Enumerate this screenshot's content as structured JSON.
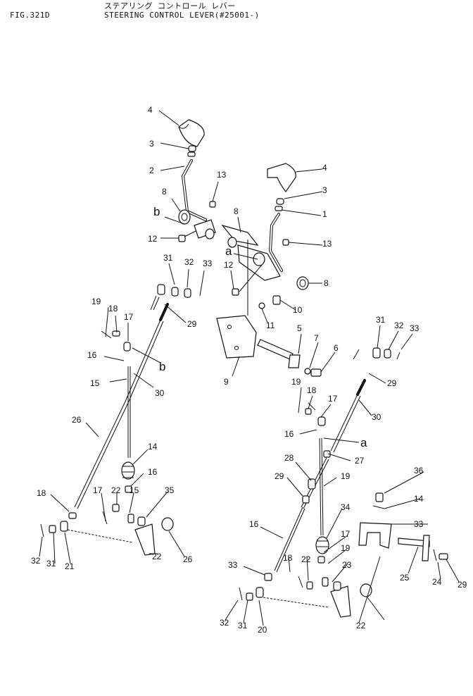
{
  "header": {
    "fig_label": "FIG.321D",
    "title_jp": "ステアリング コントロール レバー",
    "title_en": "STEERING CONTROL LEVER(#25001-)"
  },
  "callouts": [
    {
      "id": "c1",
      "text": "4"
    },
    {
      "id": "c2",
      "text": "3"
    },
    {
      "id": "c3",
      "text": "2"
    },
    {
      "id": "c4",
      "text": "13"
    },
    {
      "id": "c5",
      "text": "8"
    },
    {
      "id": "c6",
      "text": "b"
    },
    {
      "id": "c7",
      "text": "12"
    },
    {
      "id": "c8",
      "text": "4"
    },
    {
      "id": "c9",
      "text": "3"
    },
    {
      "id": "c10",
      "text": "1"
    },
    {
      "id": "c11",
      "text": "8"
    },
    {
      "id": "c12",
      "text": "13"
    },
    {
      "id": "c13",
      "text": "a"
    },
    {
      "id": "c14",
      "text": "12"
    },
    {
      "id": "c15",
      "text": "8"
    },
    {
      "id": "c16",
      "text": "31"
    },
    {
      "id": "c17",
      "text": "32"
    },
    {
      "id": "c18",
      "text": "33"
    },
    {
      "id": "c19",
      "text": "10"
    },
    {
      "id": "c20",
      "text": "11"
    },
    {
      "id": "c21",
      "text": "19"
    },
    {
      "id": "c22",
      "text": "18"
    },
    {
      "id": "c23",
      "text": "17"
    },
    {
      "id": "c24",
      "text": "29"
    },
    {
      "id": "c25",
      "text": "5"
    },
    {
      "id": "c26",
      "text": "7"
    },
    {
      "id": "c27",
      "text": "6"
    },
    {
      "id": "c28",
      "text": "9"
    },
    {
      "id": "c29",
      "text": "16"
    },
    {
      "id": "c30",
      "text": "b"
    },
    {
      "id": "c31",
      "text": "15"
    },
    {
      "id": "c32",
      "text": "30"
    },
    {
      "id": "c33",
      "text": "31"
    },
    {
      "id": "c34",
      "text": "32"
    },
    {
      "id": "c35",
      "text": "33"
    },
    {
      "id": "c36",
      "text": "29"
    },
    {
      "id": "c37",
      "text": "19"
    },
    {
      "id": "c38",
      "text": "18"
    },
    {
      "id": "c39",
      "text": "17"
    },
    {
      "id": "c40",
      "text": "30"
    },
    {
      "id": "c41",
      "text": "26"
    },
    {
      "id": "c42",
      "text": "16"
    },
    {
      "id": "c43",
      "text": "a"
    },
    {
      "id": "c44",
      "text": "14"
    },
    {
      "id": "c45",
      "text": "16"
    },
    {
      "id": "c46",
      "text": "28"
    },
    {
      "id": "c47",
      "text": "27"
    },
    {
      "id": "c48",
      "text": "29"
    },
    {
      "id": "c49",
      "text": "19"
    },
    {
      "id": "c50",
      "text": "18"
    },
    {
      "id": "c51",
      "text": "17"
    },
    {
      "id": "c52",
      "text": "22"
    },
    {
      "id": "c53",
      "text": "15"
    },
    {
      "id": "c54",
      "text": "35"
    },
    {
      "id": "c55",
      "text": "36"
    },
    {
      "id": "c56",
      "text": "14"
    },
    {
      "id": "c57",
      "text": "34"
    },
    {
      "id": "c58",
      "text": "33"
    },
    {
      "id": "c59",
      "text": "32"
    },
    {
      "id": "c60",
      "text": "31"
    },
    {
      "id": "c61",
      "text": "21"
    },
    {
      "id": "c62",
      "text": "22"
    },
    {
      "id": "c63",
      "text": "26"
    },
    {
      "id": "c64",
      "text": "16"
    },
    {
      "id": "c65",
      "text": "17"
    },
    {
      "id": "c66",
      "text": "19"
    },
    {
      "id": "c67",
      "text": "18"
    },
    {
      "id": "c68",
      "text": "22"
    },
    {
      "id": "c69",
      "text": "23"
    },
    {
      "id": "c70",
      "text": "25"
    },
    {
      "id": "c71",
      "text": "24"
    },
    {
      "id": "c72",
      "text": "29"
    },
    {
      "id": "c73",
      "text": "33"
    },
    {
      "id": "c74",
      "text": "32"
    },
    {
      "id": "c75",
      "text": "31"
    },
    {
      "id": "c76",
      "text": "20"
    },
    {
      "id": "c77",
      "text": "22"
    }
  ]
}
